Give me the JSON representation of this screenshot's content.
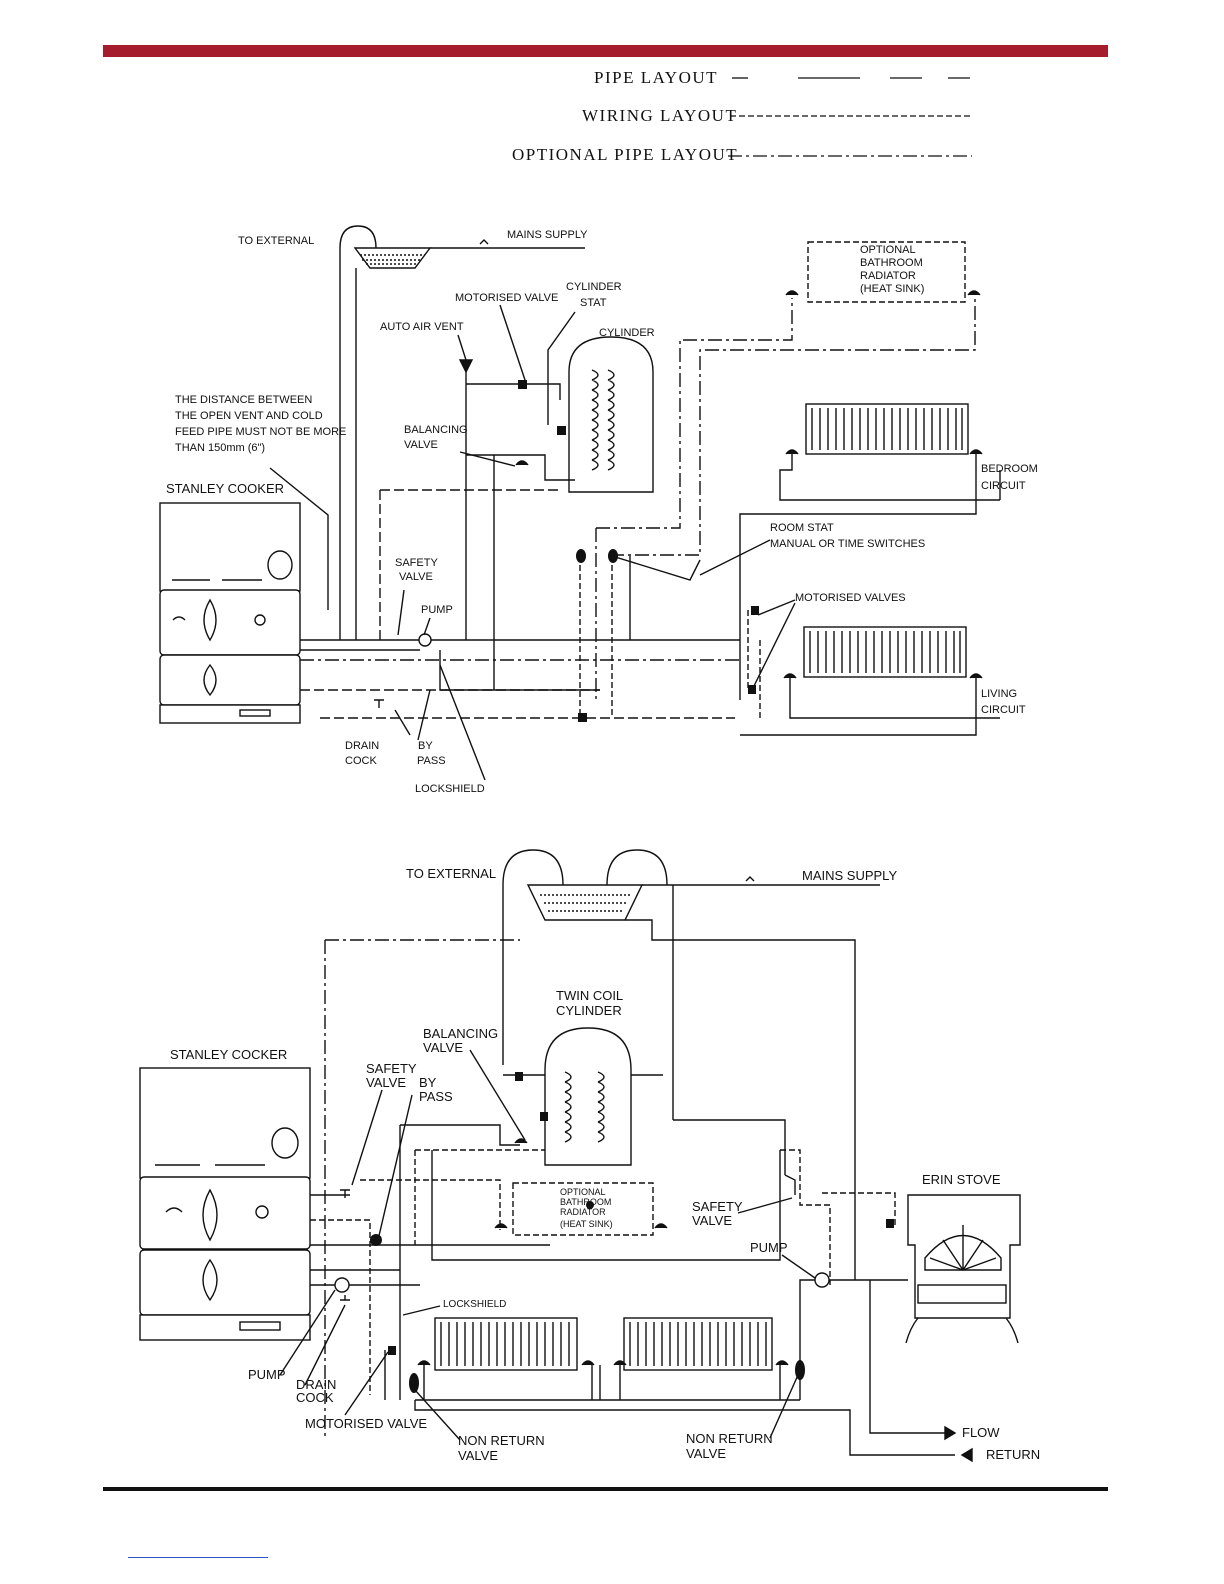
{
  "legend": {
    "pipe": "PIPE LAYOUT",
    "wiring": "WIRING LAYOUT",
    "optional_pipe": "OPTIONAL PIPE LAYOUT"
  },
  "diagram1": {
    "to_external": "TO EXTERNAL",
    "mains_supply": "MAINS SUPPLY",
    "optional_radiator": [
      "OPTIONAL",
      "BATHROOM",
      "RADIATOR",
      "(HEAT SINK)"
    ],
    "motorised_valve": "MOTORISED VALVE",
    "cylinder_stat": [
      "CYLINDER",
      "STAT"
    ],
    "cylinder": "CYLINDER",
    "auto_air_vent": "AUTO AIR VENT",
    "distance_note": [
      "THE DISTANCE BETWEEN",
      "THE OPEN VENT AND COLD",
      "FEED PIPE MUST NOT BE MORE",
      "THAN 150mm (6\")"
    ],
    "balancing_valve": [
      "BALANCING",
      "VALVE"
    ],
    "stanley_cooker": "STANLEY COOKER",
    "bedroom_circuit": [
      "BEDROOM",
      "CIRCUIT"
    ],
    "room_stat": [
      "ROOM STAT",
      "MANUAL OR TIME SWITCHES"
    ],
    "safety_valve": [
      "SAFETY",
      "VALVE"
    ],
    "pump": "PUMP",
    "motorised_valves": "MOTORISED VALVES",
    "living_circuit": [
      "LIVING",
      "CIRCUIT"
    ],
    "drain_cock": [
      "DRAIN",
      "COCK"
    ],
    "by_pass": [
      "BY",
      "PASS"
    ],
    "lockshield": "LOCKSHIELD"
  },
  "diagram2": {
    "to_external": "TO EXTERNAL",
    "mains_supply": "MAINS SUPPLY",
    "twin_coil": [
      "TWIN COIL",
      "CYLINDER"
    ],
    "balancing_valve": [
      "BALANCING",
      "VALVE"
    ],
    "stanley_cooker": "STANLEY COCKER",
    "safety_valve": [
      "SAFETY",
      "VALVE"
    ],
    "by_pass": [
      "BY",
      "PASS"
    ],
    "erin_stove": "ERIN STOVE",
    "optional_radiator": [
      "OPTIONAL",
      "BATHROOM",
      "RADIATOR",
      "(HEAT SINK)"
    ],
    "safety_valve_right": [
      "SAFETY",
      "VALVE"
    ],
    "pump_right": "PUMP",
    "lockshield": "LOCKSHIELD",
    "pump_left": "PUMP",
    "drain_cock": [
      "DRAIN",
      "COCK"
    ],
    "motorised_valve": "MOTORISED VALVE",
    "non_return_left": [
      "NON RETURN",
      "VALVE"
    ],
    "non_return_right": [
      "NON RETURN",
      "VALVE"
    ],
    "flow": "FLOW",
    "return": "RETURN"
  }
}
